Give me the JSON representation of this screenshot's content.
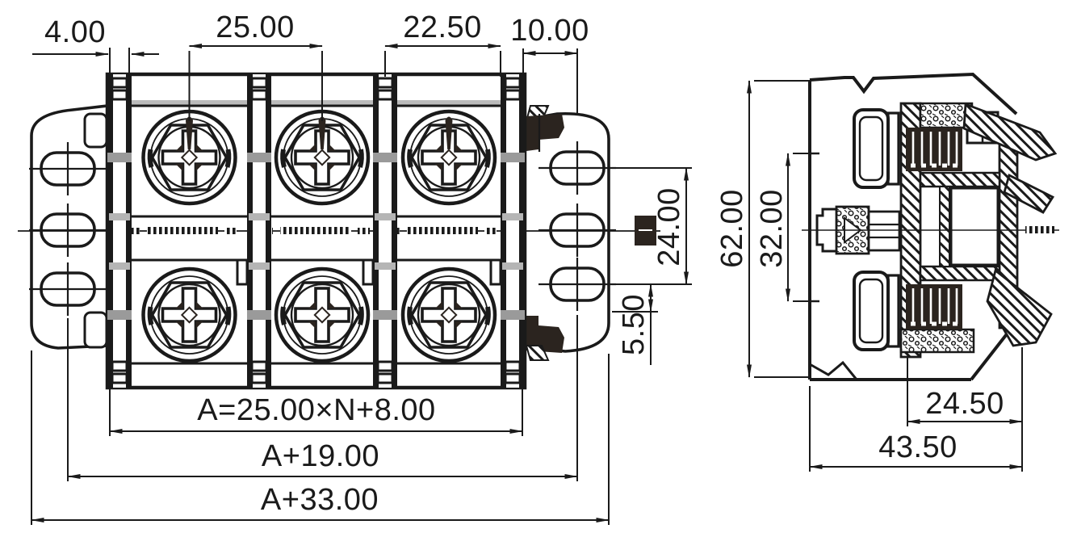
{
  "front_view": {
    "dim_left_margin": "4.00",
    "dim_pole_pitch": "25.00",
    "dim_terminal_width": "22.50",
    "dim_ear_width": "10.00",
    "dim_mount_hole_spacing": "24.00",
    "dim_hole_to_clip": "5.50",
    "dim_formula_body": "A=25.00×N+8.00",
    "dim_formula_mount": "A+19.00",
    "dim_formula_overall": "A+33.00"
  },
  "side_view": {
    "dim_overall_height": "62.00",
    "dim_inner_height": "32.00",
    "dim_upper_depth": "24.50",
    "dim_overall_depth": "43.50"
  },
  "colors": {
    "line": "#1a1a1a",
    "dark_fill": "#2b241f",
    "gray_accent": "#9a9a9a",
    "background": "#ffffff"
  }
}
